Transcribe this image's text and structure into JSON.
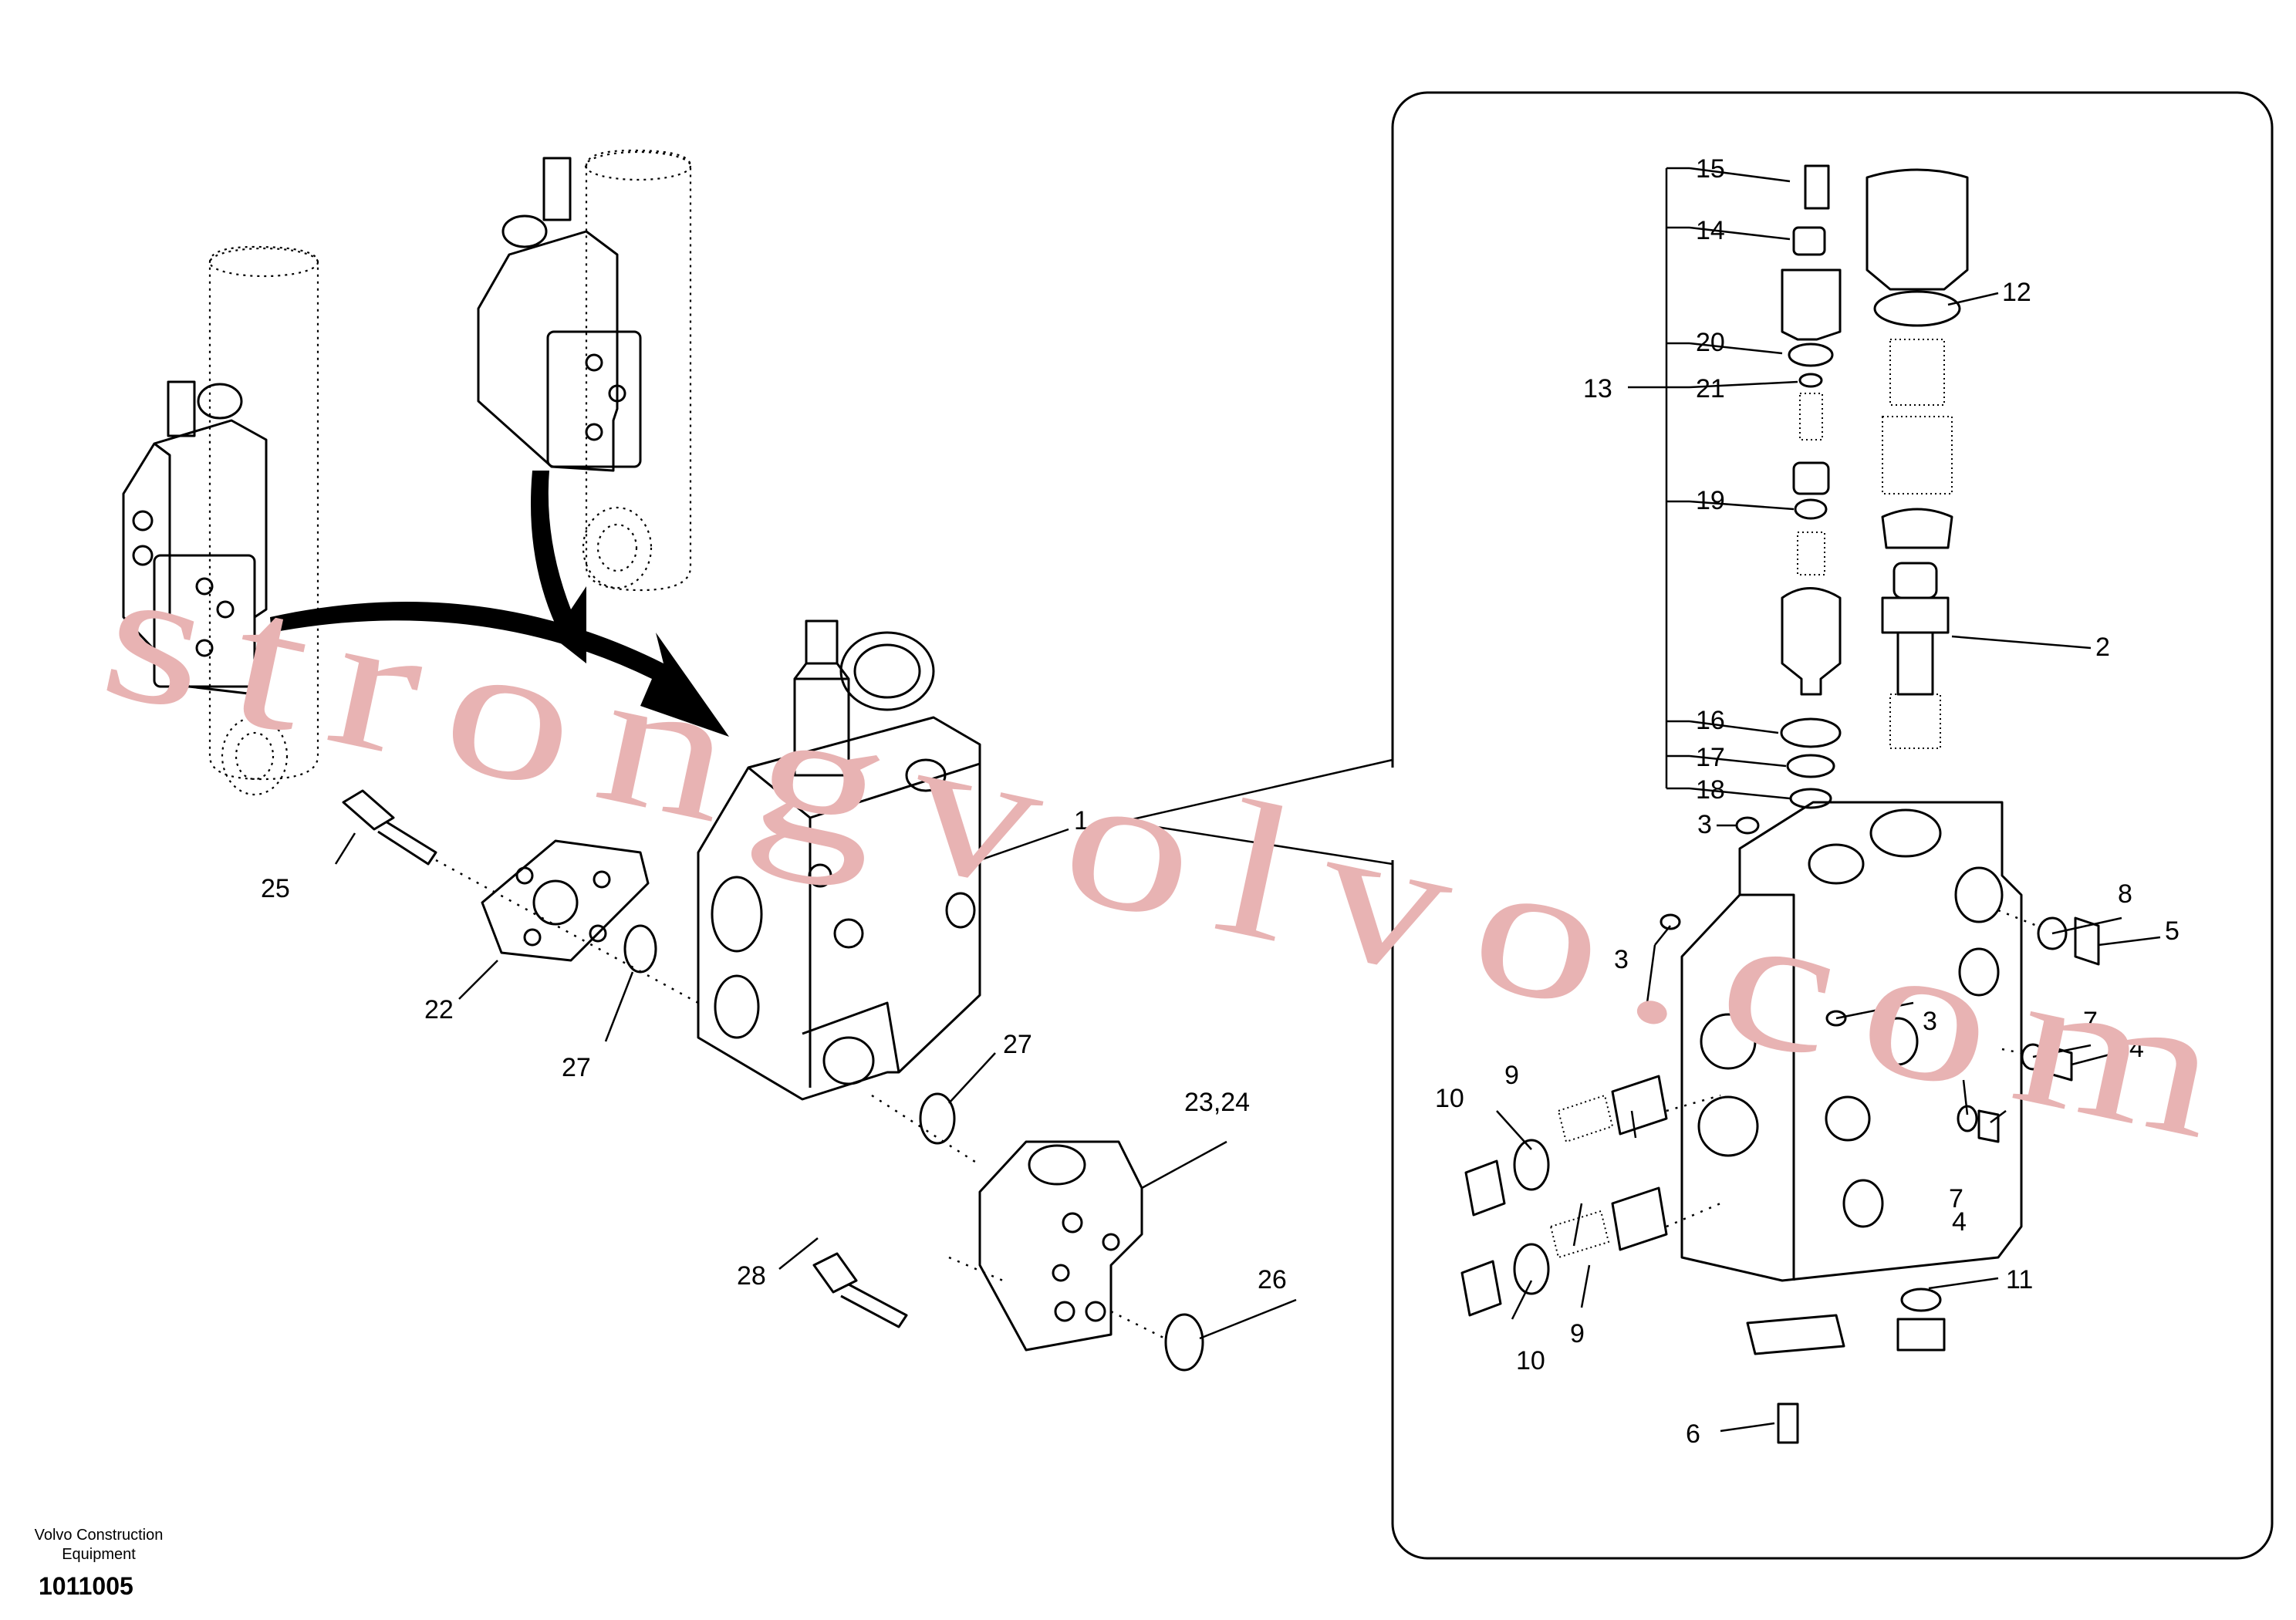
{
  "callouts": {
    "c1": "1",
    "c2": "2",
    "c3a": "3",
    "c3b": "3",
    "c3c": "3",
    "c4a": "4",
    "c4b": "4",
    "c5": "5",
    "c6": "6",
    "c7a": "7",
    "c7b": "7",
    "c8": "8",
    "c9a": "9",
    "c9b": "9",
    "c10a": "10",
    "c10b": "10",
    "c11": "11",
    "c12": "12",
    "c13": "13",
    "c14": "14",
    "c15": "15",
    "c16": "16",
    "c17": "17",
    "c18": "18",
    "c19": "19",
    "c20": "20",
    "c21": "21",
    "c22": "22",
    "c2324": "23,24",
    "c25": "25",
    "c26": "26",
    "c27a": "27",
    "c27b": "27",
    "c28": "28"
  },
  "watermark": "strongvolvo.com",
  "footer": {
    "company": "Volvo Construction Equipment",
    "drawing_number": "1011005"
  }
}
